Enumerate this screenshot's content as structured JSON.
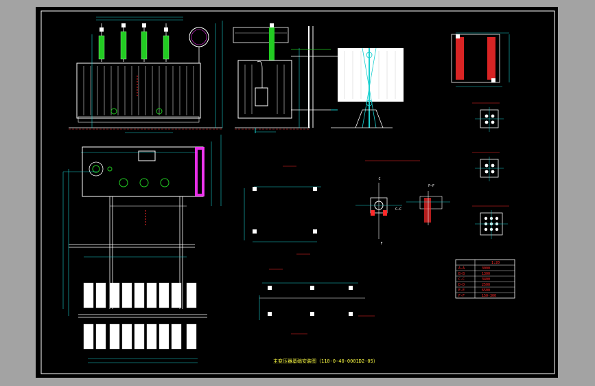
{
  "drawing": {
    "title": "主变压器基础安装图（110-0-40-0001D2-05）"
  },
  "table": {
    "header": "1:20",
    "rows": [
      {
        "label": "A-A",
        "value": "3000"
      },
      {
        "label": "B-B",
        "value": "1300"
      },
      {
        "label": "C-C",
        "value": "3400"
      },
      {
        "label": "D-D",
        "value": "2500"
      },
      {
        "label": "E-E",
        "value": "6500"
      },
      {
        "label": "F-F",
        "value": "150-300"
      }
    ]
  },
  "sections": {
    "c_label": "C",
    "f_label": "F",
    "ff_label": "F—F",
    "cc_label": "C—C"
  },
  "colors": {
    "background": "#000000",
    "frame": "#ffffff",
    "red": "#ff2a2a",
    "green": "#22cc22",
    "cyan": "#19d0d0",
    "magenta": "#ff33ff",
    "yellow": "#ffff44"
  }
}
